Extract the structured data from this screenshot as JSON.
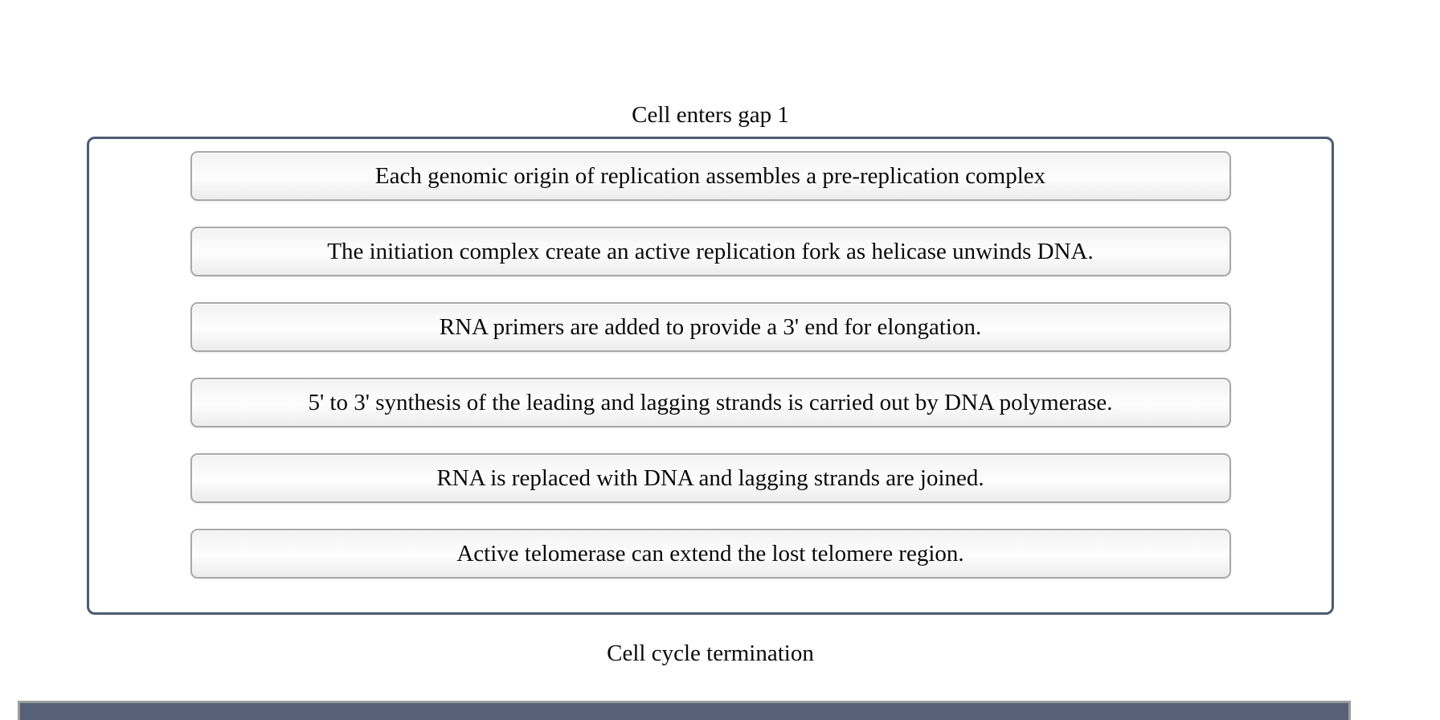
{
  "sequence": {
    "start_label": "Cell enters gap 1",
    "end_label": "Cell cycle termination",
    "items": [
      "Each genomic origin of replication assembles a pre-replication complex",
      "The initiation complex create an active replication fork as helicase unwinds DNA.",
      "RNA primers are added to provide a 3' end for elongation.",
      "5' to 3' synthesis of the leading and lagging strands is carried out by DNA polymerase.",
      "RNA is replaced with DNA and lagging strands are joined.",
      "Active telomerase can extend the lost telomere region."
    ]
  },
  "colors": {
    "dropzone_border": "#4c5b73",
    "item_border": "#a9a9a9",
    "bottom_bar_fill": "#566177",
    "bottom_bar_border": "#9c9c9c"
  }
}
